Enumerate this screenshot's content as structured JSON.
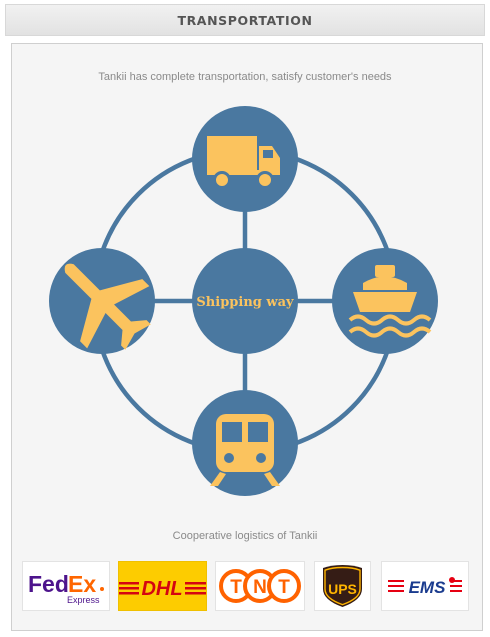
{
  "header": {
    "title": "TRANSPORTATION"
  },
  "intro": {
    "text": "Tankii has complete transportation, satisfy customer's needs"
  },
  "diagram": {
    "hub_label": "Shipping way",
    "nodes": [
      {
        "name": "truck",
        "icon": "truck-icon"
      },
      {
        "name": "ship",
        "icon": "ship-icon"
      },
      {
        "name": "train",
        "icon": "train-icon"
      },
      {
        "name": "airplane",
        "icon": "airplane-icon"
      }
    ]
  },
  "colors": {
    "circle": "#4a78a0",
    "icon": "#fbc35e",
    "ring": "#4a78a0",
    "panel": "#f5f5f5"
  },
  "cooperative": {
    "title": "Cooperative logistics of Tankii",
    "logos": [
      {
        "name": "fedex",
        "wordmark_a": "Fed",
        "wordmark_b": "Ex",
        "sub": "Express"
      },
      {
        "name": "dhl",
        "wordmark": "DHL"
      },
      {
        "name": "tnt",
        "letters": [
          "T",
          "N",
          "T"
        ]
      },
      {
        "name": "ups",
        "wordmark": "UPS"
      },
      {
        "name": "ems",
        "wordmark": "EMS"
      }
    ]
  }
}
